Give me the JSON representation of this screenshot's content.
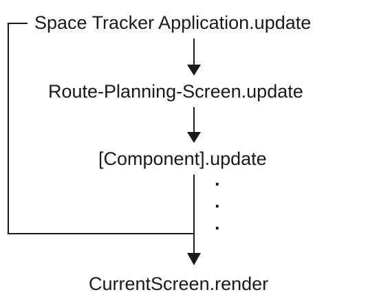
{
  "nodes": [
    {
      "id": "app",
      "label": "Space Tracker Application.update"
    },
    {
      "id": "route",
      "label": "Route-Planning-Screen.update"
    },
    {
      "id": "component",
      "label": "[Component].update"
    },
    {
      "id": "render",
      "label": "CurrentScreen.render"
    }
  ],
  "ellipsis": ".",
  "colors": {
    "background": "#ffffff",
    "ink": "#1a1a1a"
  }
}
